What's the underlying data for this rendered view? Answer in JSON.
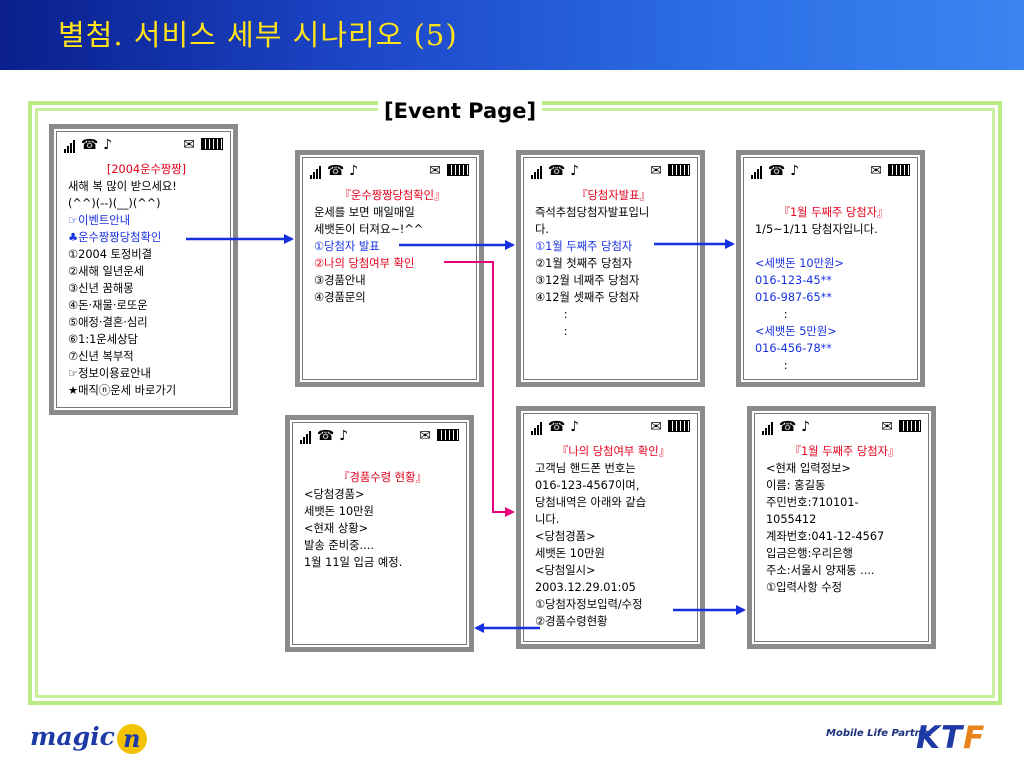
{
  "page": {
    "title": "별첨. 서비스 세부 시나리오 (5)"
  },
  "frame": {
    "title": "[Event Page]"
  },
  "phones": [
    {
      "id": "main-menu",
      "lines": [
        {
          "text": "[2004운수짱짱]",
          "style": "red",
          "align": "center"
        },
        {
          "text": "새해 복 많이 받으세요!"
        },
        {
          "text": "(^^)(--)(__)(^^)"
        },
        {
          "text": "☞이벤트안내",
          "style": "blue"
        },
        {
          "text": "♣운수짱짱당첨확인",
          "style": "blue"
        },
        {
          "text": "①2004 토정비결"
        },
        {
          "text": "②새해 일년운세"
        },
        {
          "text": "③신년 꿈해몽"
        },
        {
          "text": "④돈·재물·로또운"
        },
        {
          "text": "⑤애정·결혼·심리"
        },
        {
          "text": "⑥1:1운세상담"
        },
        {
          "text": "⑦신년 복부적"
        },
        {
          "text": "☞정보이용료안내"
        },
        {
          "text": "★매직ⓝ운세 바로가기"
        }
      ]
    },
    {
      "id": "winner-check",
      "lines": [
        {
          "text": "『운수짱짱당첨확인』",
          "style": "red",
          "align": "center"
        },
        {
          "text": "운세를 보면 매일매일"
        },
        {
          "text": "세뱃돈이 터져요~!^^"
        },
        {
          "text": "①당첨자 발표",
          "style": "blue"
        },
        {
          "text": "②나의 당첨여부 확인",
          "style": "mag"
        },
        {
          "text": "③경품안내"
        },
        {
          "text": "④경품문의"
        }
      ]
    },
    {
      "id": "winner-announce",
      "lines": [
        {
          "text": "『당첨자발표』",
          "style": "red",
          "align": "center"
        },
        {
          "text": "즉석추첨당첨자발표입니"
        },
        {
          "text": "다."
        },
        {
          "text": "①1월 두째주 당첨자",
          "style": "blue"
        },
        {
          "text": "②1월 첫째주 당첨자"
        },
        {
          "text": "③12월 네째주 당첨자"
        },
        {
          "text": "④12월 셋째주 당첨자"
        },
        {
          "text": "        :"
        },
        {
          "text": "        :"
        }
      ]
    },
    {
      "id": "week2-winners",
      "lines": [
        {
          "text": ""
        },
        {
          "text": "『1월 두째주 당첨자』",
          "style": "red",
          "align": "center"
        },
        {
          "text": "1/5~1/11 당첨자입니다."
        },
        {
          "text": ""
        },
        {
          "text": "<세뱃돈 10만원>",
          "style": "blue"
        },
        {
          "text": "016-123-45**",
          "style": "blue"
        },
        {
          "text": "016-987-65**",
          "style": "blue"
        },
        {
          "text": "        :"
        },
        {
          "text": "<세뱃돈 5만원>",
          "style": "blue"
        },
        {
          "text": "016-456-78**",
          "style": "blue"
        },
        {
          "text": "        :"
        }
      ]
    },
    {
      "id": "prize-status",
      "lines": [
        {
          "text": ""
        },
        {
          "text": "『경품수령 현황』",
          "style": "red",
          "align": "center"
        },
        {
          "text": "<당첨경품>"
        },
        {
          "text": "세뱃돈 10만원"
        },
        {
          "text": "<현재 상황>"
        },
        {
          "text": "발송 준비중...."
        },
        {
          "text": "1월 11일 입금 예정."
        }
      ]
    },
    {
      "id": "my-result",
      "lines": [
        {
          "text": "『나의 당첨여부 확인』",
          "style": "red",
          "align": "center"
        },
        {
          "text": "고객님 핸드폰 번호는"
        },
        {
          "text": "016-123-4567이며,"
        },
        {
          "text": "당첨내역은 아래와 같습"
        },
        {
          "text": "니다."
        },
        {
          "text": "<당첨경품>"
        },
        {
          "text": "세뱃돈 10만원"
        },
        {
          "text": "<당첨일시>"
        },
        {
          "text": "2003.12.29.01:05"
        },
        {
          "text": "①당첨자정보입력/수정"
        },
        {
          "text": "②경품수령현황"
        }
      ]
    },
    {
      "id": "winner-info",
      "lines": [
        {
          "text": "『1월 두째주 당첨자』",
          "style": "red",
          "align": "center"
        },
        {
          "text": "<현재 입력정보>"
        },
        {
          "text": "이름: 홍길동"
        },
        {
          "text": "주민번호:710101-"
        },
        {
          "text": "1055412"
        },
        {
          "text": "계좌번호:041-12-4567"
        },
        {
          "text": "입금은행:우리은행"
        },
        {
          "text": "주소:서울시 양재동 ...."
        },
        {
          "text": "①입력사항 수정"
        }
      ]
    }
  ],
  "colors": {
    "red": "#e4001b",
    "blue": "#1630e0",
    "arrow_blue": "#1630e0",
    "arrow_magenta": "#e6007e",
    "frame_green": "#b9ea84",
    "header": "#1c46c8",
    "title": "#ffe21a"
  },
  "footer": {
    "left_logo": "magic",
    "left_logo_mark": "n",
    "partner": "Mobile Life Partner",
    "brand_kt": "KT",
    "brand_f": "F"
  }
}
